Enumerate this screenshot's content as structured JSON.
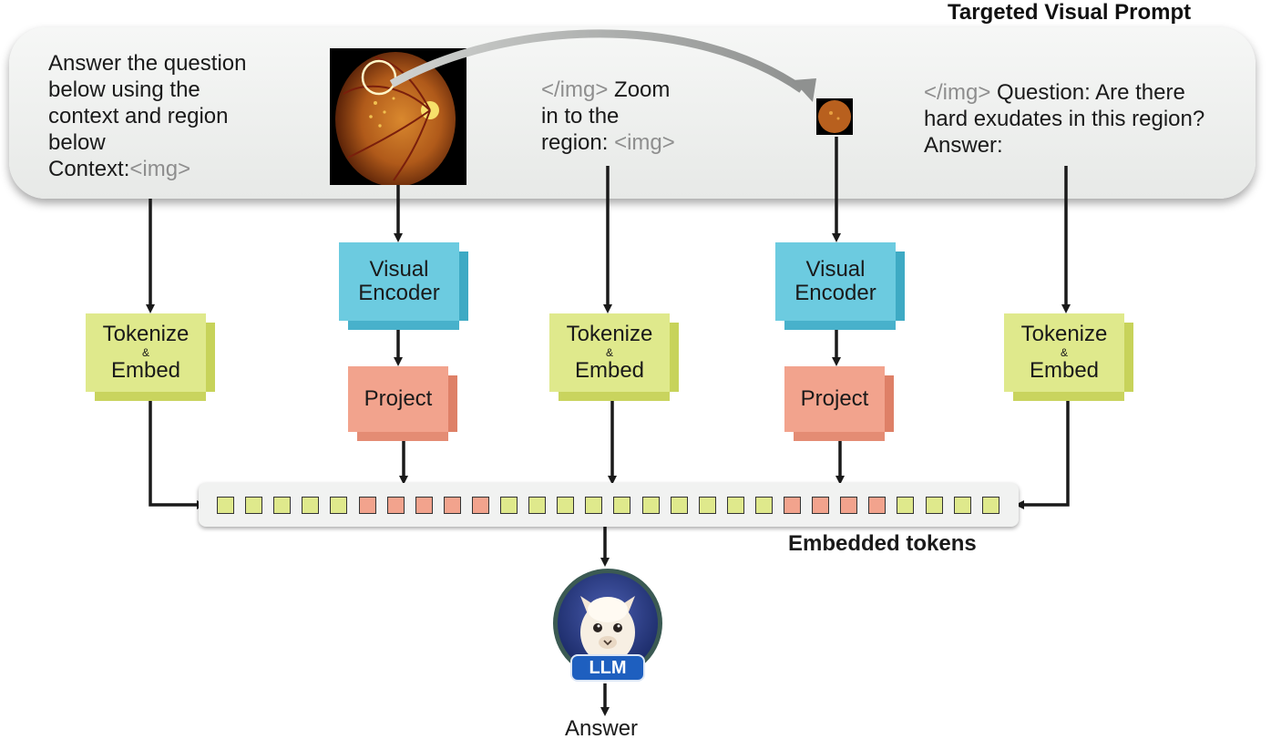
{
  "title": "Targeted Visual Prompt",
  "prompt": {
    "segment1_text": "Answer the question\nbelow using the\ncontext and region\nbelow\nContext:",
    "segment1_tag": "<img>",
    "segment2_tag_open": "</img>",
    "segment2_text": " Zoom\nin to the\nregion: ",
    "segment2_tag_close": "<img>",
    "segment3_tag": "</img>",
    "segment3_text": " Question: Are there\nhard exudates in this region?\nAnswer:"
  },
  "boxes": {
    "tokenize_top": "Tokenize",
    "tokenize_amp": "&",
    "tokenize_bottom": "Embed",
    "encoder_top": "Visual",
    "encoder_bottom": "Encoder",
    "project": "Project"
  },
  "embedded_tokens_label": "Embedded tokens",
  "token_sequence": [
    "text",
    "text",
    "text",
    "text",
    "text",
    "image",
    "image",
    "image",
    "image",
    "image",
    "text",
    "text",
    "text",
    "text",
    "text",
    "text",
    "text",
    "text",
    "text",
    "text",
    "image",
    "image",
    "image",
    "image",
    "text",
    "text",
    "text",
    "text"
  ],
  "colors": {
    "text_token": "#dfe98c",
    "image_token": "#f2a38d",
    "encoder": "#6ccbe0",
    "llm_badge": "#1e5fbf"
  },
  "llm_label": "LLM",
  "answer_label": "Answer"
}
